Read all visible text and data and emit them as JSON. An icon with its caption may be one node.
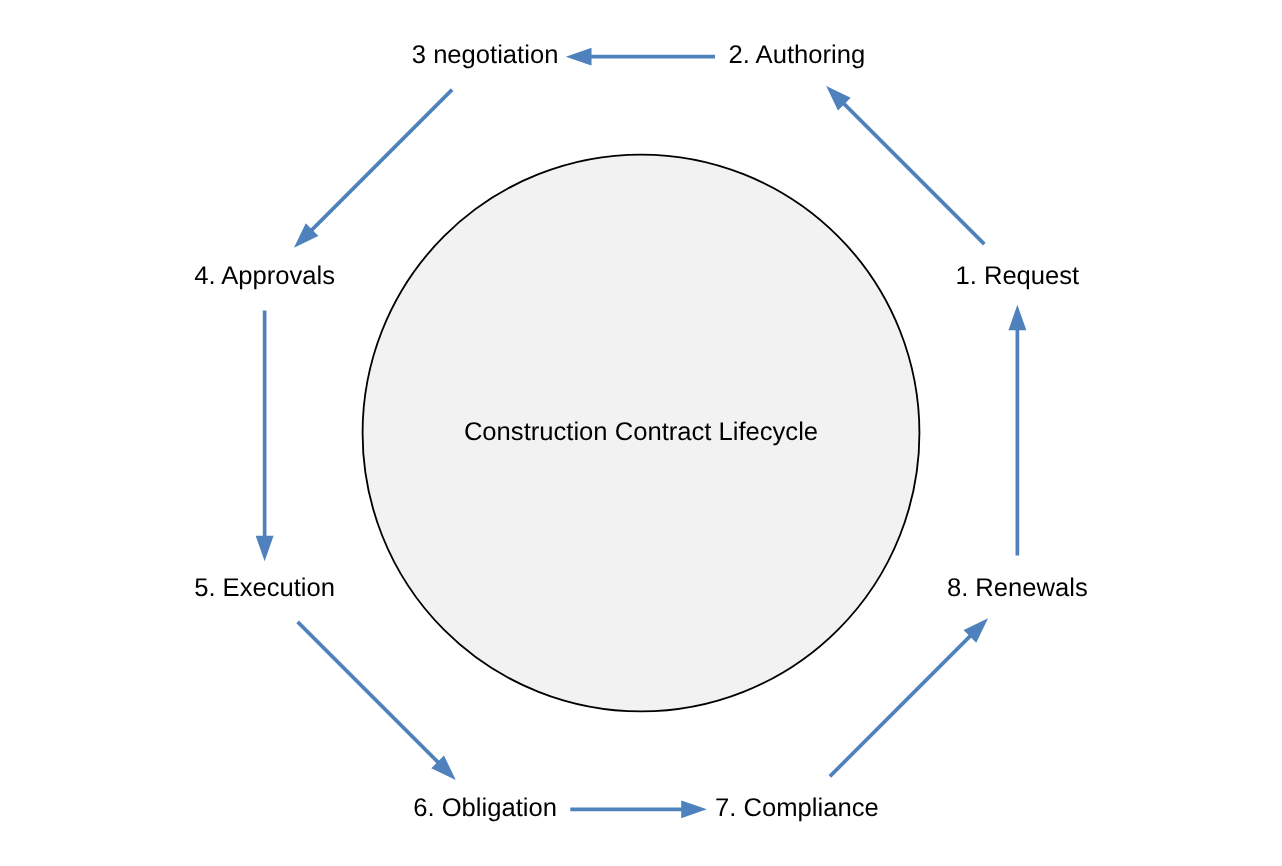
{
  "diagram": {
    "nodes": [
      {
        "text": [
          "Construction Contract Lifecycle"
        ]
      },
      {
        "text": [
          "1. Request"
        ]
      },
      {
        "text": [
          "2. Authoring"
        ]
      },
      {
        "text": [
          "3 negotiation"
        ]
      },
      {
        "text": [
          "4. Approvals"
        ]
      },
      {
        "text": [
          "5. Execution"
        ]
      },
      {
        "text": [
          "6. Obligation"
        ]
      },
      {
        "text": [
          "7. Compliance"
        ]
      },
      {
        "text": [
          "8. Renewals"
        ]
      }
    ],
    "edges": [
      {
        "from": 1,
        "to": 2,
        "arrow": "to"
      },
      {
        "from": 2,
        "to": 3,
        "arrow": "to"
      },
      {
        "from": 3,
        "to": 4,
        "arrow": "to"
      },
      {
        "from": 4,
        "to": 5,
        "arrow": "to"
      },
      {
        "from": 5,
        "to": 6,
        "arrow": "to"
      },
      {
        "from": 6,
        "to": 7,
        "arrow": "to"
      },
      {
        "from": 7,
        "to": 8,
        "arrow": "to"
      },
      {
        "from": 8,
        "to": 1,
        "arrow": "to"
      }
    ]
  }
}
